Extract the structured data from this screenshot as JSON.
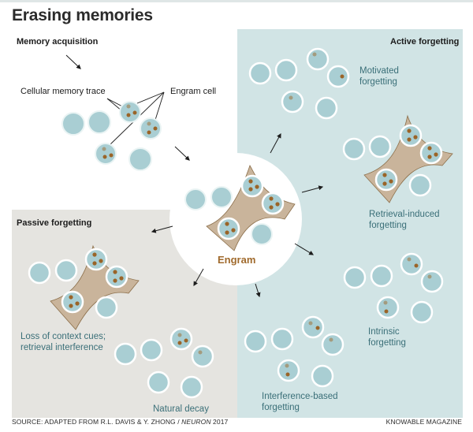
{
  "title": "Erasing memories",
  "labels": {
    "memory_acquisition": "Memory acquisition",
    "cellular_memory_trace": "Cellular memory trace",
    "engram_cell": "Engram cell",
    "engram": "Engram",
    "active_forgetting": "Active forgetting",
    "passive_forgetting": "Passive forgetting"
  },
  "active_categories": [
    {
      "line1": "Motivated",
      "line2": "forgetting"
    },
    {
      "line1": "Retrieval-induced",
      "line2": "forgetting"
    },
    {
      "line1": "Intrinsic",
      "line2": "forgetting"
    },
    {
      "line1": "Interference-based",
      "line2": "forgetting"
    }
  ],
  "passive_categories": [
    {
      "line1": "Loss of context cues;",
      "line2": "retrieval interference"
    },
    {
      "line1": "Natural decay",
      "line2": ""
    }
  ],
  "footer": {
    "source_prefix": "SOURCE: ADAPTED FROM R.L. DAVIS & Y. ZHONG / ",
    "source_journal": "NEURON",
    "source_year": " 2017",
    "credit": "KNOWABLE MAGAZINE"
  },
  "colors": {
    "active_bg": "#d1e4e5",
    "passive_bg": "#e5e4e0",
    "cell_fill": "#a9ced3",
    "engram_tissue": "#c9b49b",
    "trace_dot": "#9a6428",
    "engram_label": "#a06a2c",
    "category_text": "#3a6f78"
  }
}
